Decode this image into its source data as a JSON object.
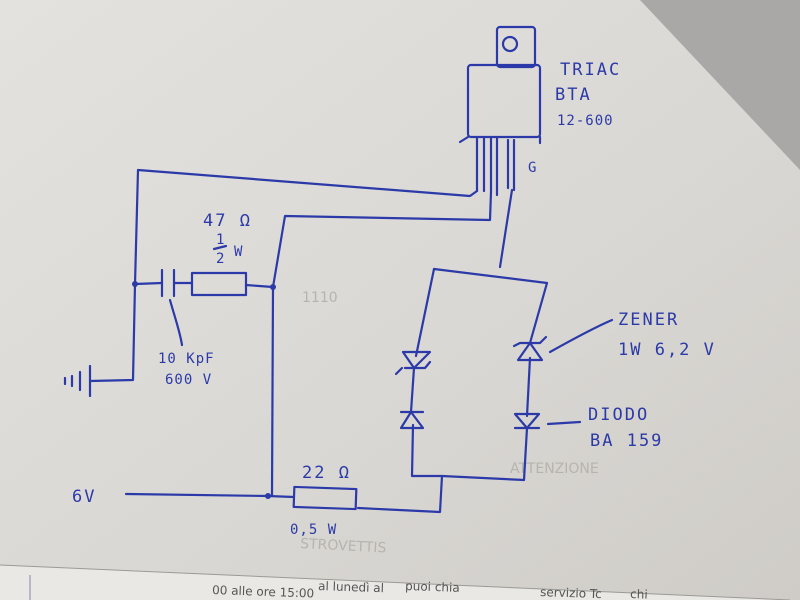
{
  "triac": {
    "line1": "TRIAC",
    "line2": "BTA",
    "line3": "12-600",
    "gate": "G"
  },
  "resistor_top": {
    "value": "47 Ω",
    "power": "1/2 W",
    "power_num": "1",
    "power_den": "2",
    "power_unit": "W"
  },
  "capacitor": {
    "value": "10 KpF",
    "voltage": "600 V"
  },
  "resistor_bottom": {
    "value": "22 Ω",
    "power": "0,5 W"
  },
  "zener": {
    "line1": "ZENER",
    "line2": "1W    6,2 V"
  },
  "diode": {
    "line1": "DIODO",
    "line2": "BA 159"
  },
  "supply": {
    "label": "6V"
  },
  "show_through": {
    "text1": "1110",
    "text2": "STROVETTIS",
    "text3": "ATTENZIONE"
  },
  "bottom_strip": {
    "text1": "00 alle ore 15:00",
    "text2": "al lunedì al",
    "text3": "puoi chia",
    "text4": "servizio Tc",
    "text5": "chi"
  },
  "colors": {
    "ink": "#2b3aa8",
    "paper": "#dcdad6",
    "shadow": "#a9a8a6"
  }
}
